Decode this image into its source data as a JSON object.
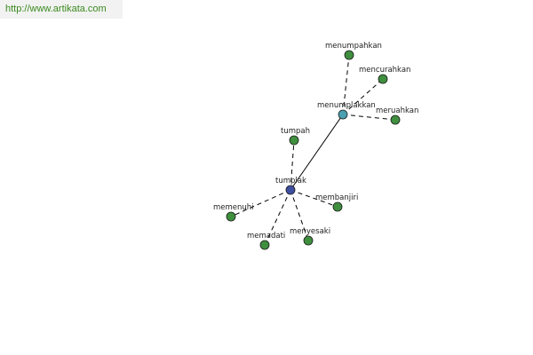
{
  "header": {
    "link_text": "http://www.artikata.com"
  },
  "colors": {
    "leaf_node": "#3f8f3f",
    "hub_tumplak": "#3f4fa0",
    "hub_menumplakkan": "#4aa0b0",
    "link_text": "#3a8a1e"
  },
  "nodes": [
    {
      "id": "tumplak",
      "label": "tumplak",
      "kind": "hub_tumplak"
    },
    {
      "id": "menumplakkan",
      "label": "menumplakkan",
      "kind": "hub_menumplakkan"
    },
    {
      "id": "menumpahkan",
      "label": "menumpahkan",
      "kind": "leaf_node"
    },
    {
      "id": "mencurahkan",
      "label": "mencurahkan",
      "kind": "leaf_node"
    },
    {
      "id": "meruahkan",
      "label": "meruahkan",
      "kind": "leaf_node"
    },
    {
      "id": "tumpah",
      "label": "tumpah",
      "kind": "leaf_node"
    },
    {
      "id": "membanjiri",
      "label": "membanjiri",
      "kind": "leaf_node"
    },
    {
      "id": "memenuhi",
      "label": "memenuhi",
      "kind": "leaf_node"
    },
    {
      "id": "memadati",
      "label": "memadati",
      "kind": "leaf_node"
    },
    {
      "id": "menyesaki",
      "label": "menyesaki",
      "kind": "leaf_node"
    }
  ],
  "edges": [
    {
      "from": "tumplak",
      "to": "menumplakkan",
      "style": "solid"
    },
    {
      "from": "menumplakkan",
      "to": "menumpahkan",
      "style": "dashed"
    },
    {
      "from": "menumplakkan",
      "to": "mencurahkan",
      "style": "dashed"
    },
    {
      "from": "menumplakkan",
      "to": "meruahkan",
      "style": "dashed"
    },
    {
      "from": "tumplak",
      "to": "tumpah",
      "style": "dashed"
    },
    {
      "from": "tumplak",
      "to": "membanjiri",
      "style": "dashed"
    },
    {
      "from": "tumplak",
      "to": "memenuhi",
      "style": "dashed"
    },
    {
      "from": "tumplak",
      "to": "memadati",
      "style": "dashed"
    },
    {
      "from": "tumplak",
      "to": "menyesaki",
      "style": "dashed"
    }
  ]
}
